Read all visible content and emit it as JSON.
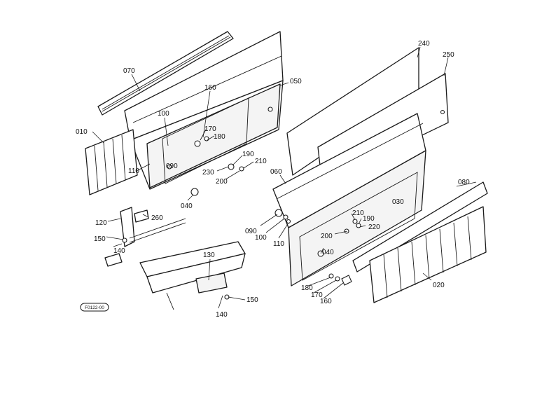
{
  "callouts": [
    {
      "id": "070",
      "text": "070"
    },
    {
      "id": "050",
      "text": "050"
    },
    {
      "id": "160a",
      "text": "160"
    },
    {
      "id": "100a",
      "text": "100"
    },
    {
      "id": "170a",
      "text": "170"
    },
    {
      "id": "180a",
      "text": "180"
    },
    {
      "id": "010",
      "text": "010"
    },
    {
      "id": "090a",
      "text": "090"
    },
    {
      "id": "110a",
      "text": "110"
    },
    {
      "id": "190a",
      "text": "190"
    },
    {
      "id": "210a",
      "text": "210"
    },
    {
      "id": "230",
      "text": "230"
    },
    {
      "id": "200a",
      "text": "200"
    },
    {
      "id": "040a",
      "text": "040"
    },
    {
      "id": "240",
      "text": "240"
    },
    {
      "id": "250",
      "text": "250"
    },
    {
      "id": "060",
      "text": "060"
    },
    {
      "id": "080",
      "text": "080"
    },
    {
      "id": "030",
      "text": "030"
    },
    {
      "id": "210b",
      "text": "210"
    },
    {
      "id": "190b",
      "text": "190"
    },
    {
      "id": "220",
      "text": "220"
    },
    {
      "id": "200b",
      "text": "200"
    },
    {
      "id": "040b",
      "text": "040"
    },
    {
      "id": "090b",
      "text": "090"
    },
    {
      "id": "100b",
      "text": "100"
    },
    {
      "id": "110b",
      "text": "110"
    },
    {
      "id": "120",
      "text": "120"
    },
    {
      "id": "260",
      "text": "260"
    },
    {
      "id": "150a",
      "text": "150"
    },
    {
      "id": "140a",
      "text": "140"
    },
    {
      "id": "130",
      "text": "130"
    },
    {
      "id": "150b",
      "text": "150"
    },
    {
      "id": "140b",
      "text": "140"
    },
    {
      "id": "180b",
      "text": "180"
    },
    {
      "id": "170b",
      "text": "170"
    },
    {
      "id": "160b",
      "text": "160"
    },
    {
      "id": "020",
      "text": "020"
    }
  ],
  "figure_ref": "F0122-00"
}
